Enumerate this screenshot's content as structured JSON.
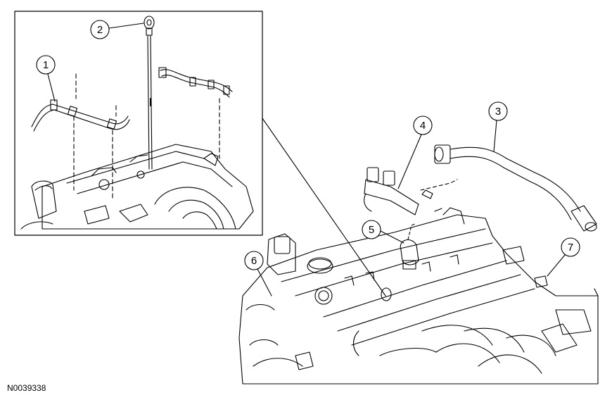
{
  "figure_id": "N0039338",
  "callouts": [
    "1",
    "2",
    "3",
    "4",
    "5",
    "6",
    "7"
  ],
  "colors": {
    "line": "#000000",
    "background": "#ffffff"
  }
}
